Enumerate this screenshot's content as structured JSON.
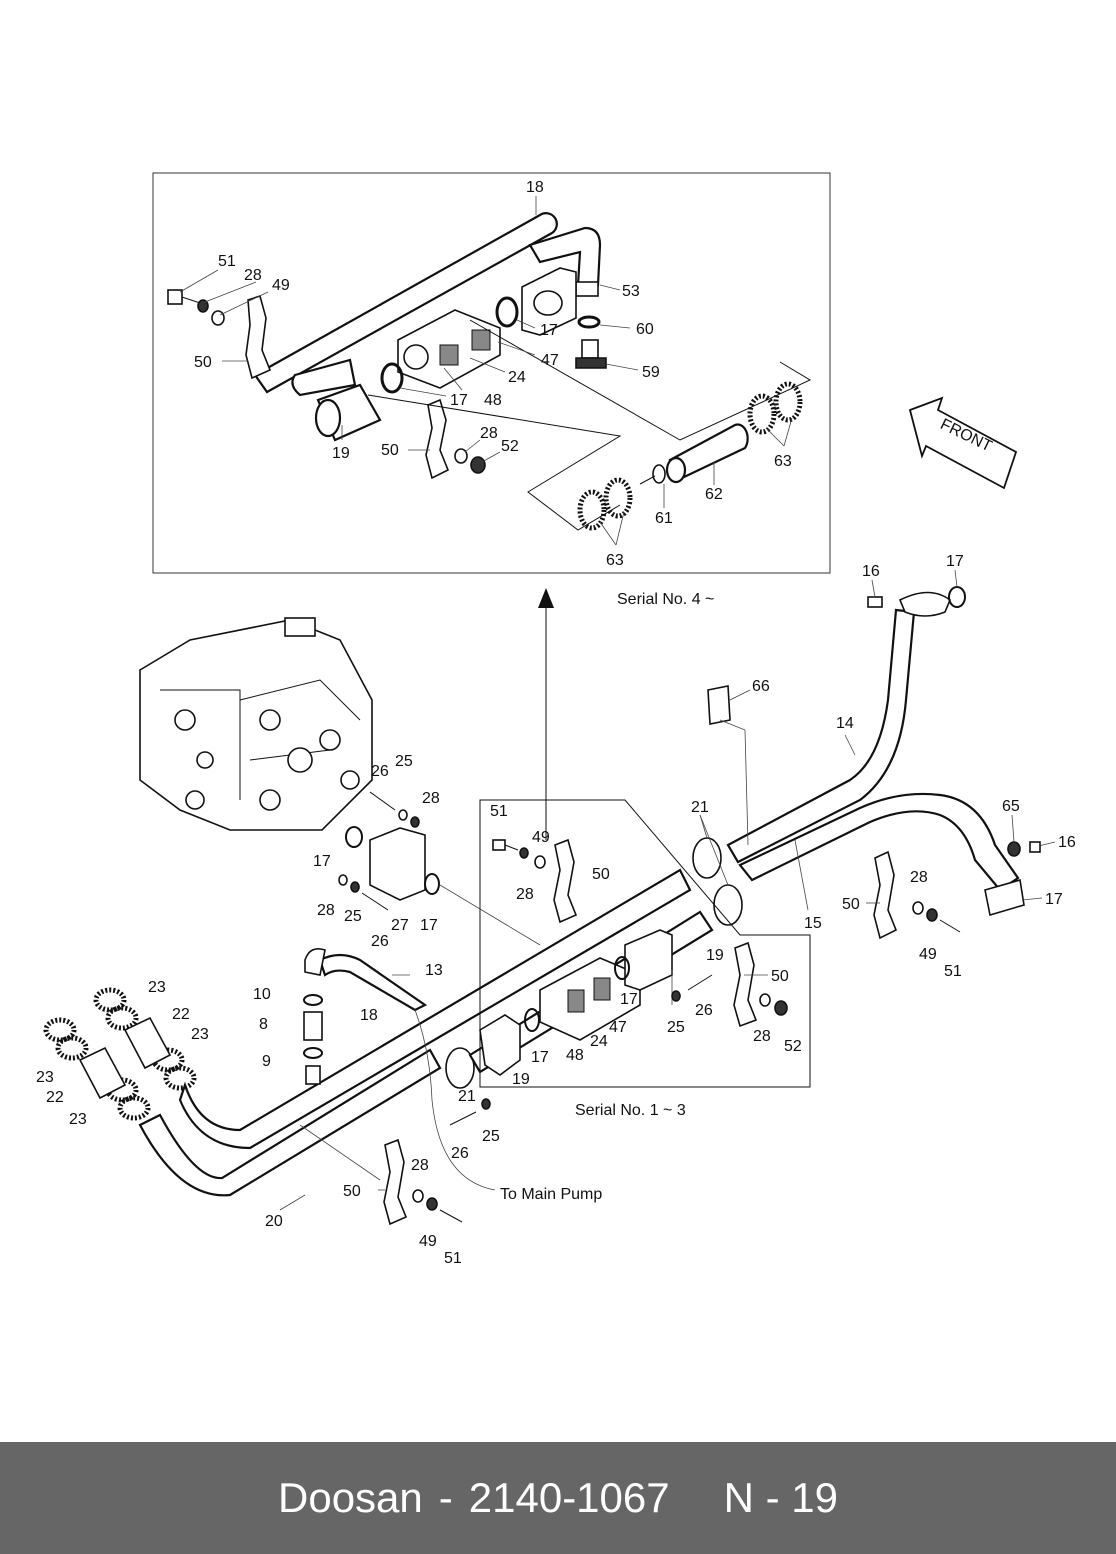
{
  "footer": {
    "brand": "Doosan",
    "separator": "-",
    "part_number": "2140-1067",
    "page": "N - 19"
  },
  "captions": {
    "serial_upper": "Serial No. 4 ~",
    "serial_lower": "Serial No. 1 ~ 3",
    "to_main_pump": "To Main Pump",
    "front": "FRONT"
  },
  "callouts_inset": [
    {
      "id": "c18a",
      "label": "18"
    },
    {
      "id": "c51a",
      "label": "51"
    },
    {
      "id": "c28a",
      "label": "28"
    },
    {
      "id": "c49a",
      "label": "49"
    },
    {
      "id": "c50a",
      "label": "50"
    },
    {
      "id": "c53",
      "label": "53"
    },
    {
      "id": "c17a",
      "label": "17"
    },
    {
      "id": "c60",
      "label": "60"
    },
    {
      "id": "c47a",
      "label": "47"
    },
    {
      "id": "c24a",
      "label": "24"
    },
    {
      "id": "c59",
      "label": "59"
    },
    {
      "id": "c17b",
      "label": "17"
    },
    {
      "id": "c48a",
      "label": "48"
    },
    {
      "id": "c19a",
      "label": "19"
    },
    {
      "id": "c50b",
      "label": "50"
    },
    {
      "id": "c28b",
      "label": "28"
    },
    {
      "id": "c52a",
      "label": "52"
    },
    {
      "id": "c63a",
      "label": "63"
    },
    {
      "id": "c62",
      "label": "62"
    },
    {
      "id": "c61",
      "label": "61"
    },
    {
      "id": "c63b",
      "label": "63"
    }
  ],
  "callouts_main": [
    {
      "id": "m16a",
      "label": "16"
    },
    {
      "id": "m17a",
      "label": "17"
    },
    {
      "id": "m66",
      "label": "66"
    },
    {
      "id": "m14",
      "label": "14"
    },
    {
      "id": "m26a",
      "label": "26"
    },
    {
      "id": "m25a",
      "label": "25"
    },
    {
      "id": "m28a",
      "label": "28"
    },
    {
      "id": "m51a",
      "label": "51"
    },
    {
      "id": "m49a",
      "label": "49"
    },
    {
      "id": "m21a",
      "label": "21"
    },
    {
      "id": "m65",
      "label": "65"
    },
    {
      "id": "m16b",
      "label": "16"
    },
    {
      "id": "m17b",
      "label": "17"
    },
    {
      "id": "m28b",
      "label": "28"
    },
    {
      "id": "m50a",
      "label": "50"
    },
    {
      "id": "m28c",
      "label": "28"
    },
    {
      "id": "m50b",
      "label": "50"
    },
    {
      "id": "m15",
      "label": "15"
    },
    {
      "id": "m17c",
      "label": "17"
    },
    {
      "id": "m49b",
      "label": "49"
    },
    {
      "id": "m51b",
      "label": "51"
    },
    {
      "id": "m28d",
      "label": "28"
    },
    {
      "id": "m25b",
      "label": "25"
    },
    {
      "id": "m27",
      "label": "27"
    },
    {
      "id": "m17d",
      "label": "17"
    },
    {
      "id": "m26b",
      "label": "26"
    },
    {
      "id": "m19a",
      "label": "19"
    },
    {
      "id": "m50c",
      "label": "50"
    },
    {
      "id": "m13",
      "label": "13"
    },
    {
      "id": "m23a",
      "label": "23"
    },
    {
      "id": "m10",
      "label": "10"
    },
    {
      "id": "m17e",
      "label": "17"
    },
    {
      "id": "m26c",
      "label": "26"
    },
    {
      "id": "m22a",
      "label": "22"
    },
    {
      "id": "m8",
      "label": "8"
    },
    {
      "id": "m18",
      "label": "18"
    },
    {
      "id": "m23b",
      "label": "23"
    },
    {
      "id": "m25c",
      "label": "25"
    },
    {
      "id": "m47",
      "label": "47"
    },
    {
      "id": "m28e",
      "label": "28"
    },
    {
      "id": "m52",
      "label": "52"
    },
    {
      "id": "m9",
      "label": "9"
    },
    {
      "id": "m24",
      "label": "24"
    },
    {
      "id": "m23c",
      "label": "23"
    },
    {
      "id": "m48",
      "label": "48"
    },
    {
      "id": "m17f",
      "label": "17"
    },
    {
      "id": "m22b",
      "label": "22"
    },
    {
      "id": "m19b",
      "label": "19"
    },
    {
      "id": "m21b",
      "label": "21"
    },
    {
      "id": "m23d",
      "label": "23"
    },
    {
      "id": "m25d",
      "label": "25"
    },
    {
      "id": "m26d",
      "label": "26"
    },
    {
      "id": "m28f",
      "label": "28"
    },
    {
      "id": "m50d",
      "label": "50"
    },
    {
      "id": "m20",
      "label": "20"
    },
    {
      "id": "m49c",
      "label": "49"
    },
    {
      "id": "m51c",
      "label": "51"
    }
  ]
}
